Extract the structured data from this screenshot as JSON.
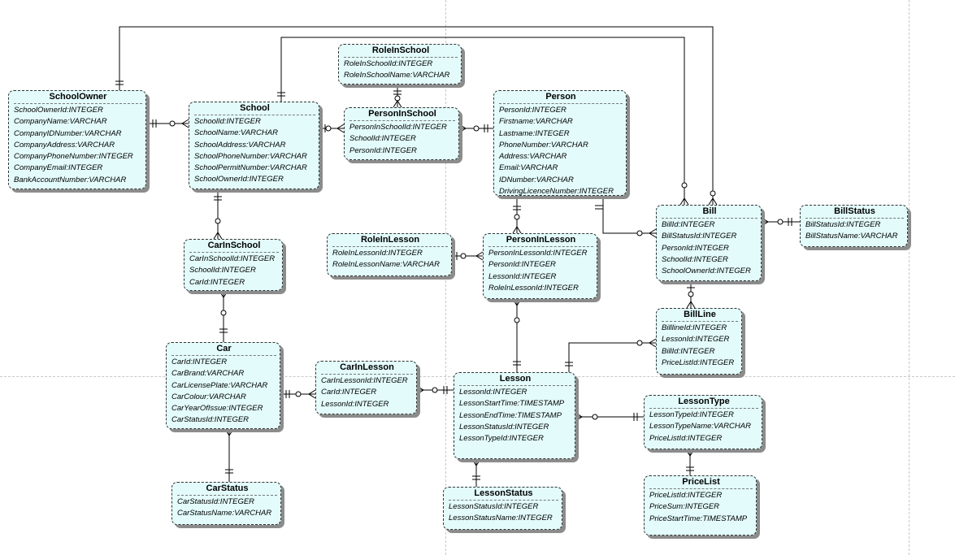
{
  "diagram": {
    "entities": [
      {
        "id": "SchoolOwner",
        "name": "SchoolOwner",
        "attributes": [
          "SchoolOwnerId:INTEGER",
          "CompanyName:VARCHAR",
          "CompanyIDNumber:VARCHAR",
          "CompanyAddress:VARCHAR",
          "CompanyPhoneNumber:INTEGER",
          "CompanyEmail:INTEGER",
          "BankAccountNumber:VARCHAR"
        ]
      },
      {
        "id": "School",
        "name": "School",
        "attributes": [
          "SchoolId:INTEGER",
          "SchoolName:VARCHAR",
          "SchoolAddress:VARCHAR",
          "SchoolPhoneNumber:VARCHAR",
          "SchoolPermitNumber:VARCHAR",
          "SchoolOwnerId:INTEGER"
        ]
      },
      {
        "id": "RoleInSchool",
        "name": "RoleInSchool",
        "attributes": [
          "RoleInSchoolId:INTEGER",
          "RoleInSchoolName:VARCHAR"
        ]
      },
      {
        "id": "PersonInSchool",
        "name": "PersonInSchool",
        "attributes": [
          "PersonInSchoolId:INTEGER",
          "SchoolId:INTEGER",
          "PersonId:INTEGER"
        ]
      },
      {
        "id": "Person",
        "name": "Person",
        "attributes": [
          "PersonId:INTEGER",
          "Firstname:VARCHAR",
          "Lastname:INTEGER",
          "PhoneNumber:VARCHAR",
          "Address:VARCHAR",
          "Email:VARCHAR",
          "IDNumber:VARCHAR",
          "DrivingLicenceNumber:INTEGER"
        ]
      },
      {
        "id": "Bill",
        "name": "Bill",
        "attributes": [
          "BillId:INTEGER",
          "BillStatusId:INTEGER",
          "PersonId:INTEGER",
          "SchoolId:INTEGER",
          "SchoolOwnerId:INTEGER"
        ]
      },
      {
        "id": "BillStatus",
        "name": "BillStatus",
        "attributes": [
          "BillStatusId:INTEGER",
          "BillStatusName:VARCHAR"
        ]
      },
      {
        "id": "CarInSchool",
        "name": "CarInSchool",
        "attributes": [
          "CarInSchoolId:INTEGER",
          "SchoolId:INTEGER",
          "CarId:INTEGER"
        ]
      },
      {
        "id": "RoleInLesson",
        "name": "RoleInLesson",
        "attributes": [
          "RoleInLessonId:INTEGER",
          "RoleInLessonName:VARCHAR"
        ]
      },
      {
        "id": "PersonInLesson",
        "name": "PersonInLesson",
        "attributes": [
          "PersonInLessonId:INTEGER",
          "PersonId:INTEGER",
          "LessonId:INTEGER",
          "RoleInLessonId:INTEGER"
        ]
      },
      {
        "id": "BillLine",
        "name": "BillLine",
        "attributes": [
          "BilllineId:INTEGER",
          "LessonId:INTEGER",
          "BillId:INTEGER",
          "PriceListId:INTEGER"
        ]
      },
      {
        "id": "Car",
        "name": "Car",
        "attributes": [
          "CarId:INTEGER",
          "CarBrand:VARCHAR",
          "CarLicensePlate:VARCHAR",
          "CarColour:VARCHAR",
          "CarYearOfIssue:INTEGER",
          "CarStatusId:INTEGER"
        ]
      },
      {
        "id": "CarInLesson",
        "name": "CarInLesson",
        "attributes": [
          "CarInLessonId:INTEGER",
          "CarId:INTEGER",
          "LessonId:INTEGER"
        ]
      },
      {
        "id": "Lesson",
        "name": "Lesson",
        "attributes": [
          "LessonId:INTEGER",
          "LessonStartTime:TIMESTAMP",
          "LessonEndTime:TIMESTAMP",
          "LessonStatusId:INTEGER",
          "LessonTypeId:INTEGER"
        ]
      },
      {
        "id": "LessonType",
        "name": "LessonType",
        "attributes": [
          "LessonTypeId:INTEGER",
          "LessonTypeName:VARCHAR",
          "PriceListId:INTEGER"
        ]
      },
      {
        "id": "CarStatus",
        "name": "CarStatus",
        "attributes": [
          "CarStatusId:INTEGER",
          "CarStatusName:VARCHAR"
        ]
      },
      {
        "id": "LessonStatus",
        "name": "LessonStatus",
        "attributes": [
          "LessonStatusId:INTEGER",
          "LessonStatusName:INTEGER"
        ]
      },
      {
        "id": "PriceList",
        "name": "PriceList",
        "attributes": [
          "PriceListId:INTEGER",
          "PriceSum:INTEGER",
          "PriceStartTime:TIMESTAMP"
        ]
      }
    ],
    "relationships": [
      {
        "from": "SchoolOwner",
        "to": "School"
      },
      {
        "from": "SchoolOwner",
        "to": "Bill"
      },
      {
        "from": "School",
        "to": "Bill"
      },
      {
        "from": "School",
        "to": "PersonInSchool"
      },
      {
        "from": "RoleInSchool",
        "to": "PersonInSchool"
      },
      {
        "from": "Person",
        "to": "PersonInSchool"
      },
      {
        "from": "Person",
        "to": "Bill"
      },
      {
        "from": "Person",
        "to": "PersonInLesson"
      },
      {
        "from": "BillStatus",
        "to": "Bill"
      },
      {
        "from": "Bill",
        "to": "BillLine"
      },
      {
        "from": "School",
        "to": "CarInSchool"
      },
      {
        "from": "Car",
        "to": "CarInSchool"
      },
      {
        "from": "RoleInLesson",
        "to": "PersonInLesson"
      },
      {
        "from": "Lesson",
        "to": "PersonInLesson"
      },
      {
        "from": "Lesson",
        "to": "BillLine"
      },
      {
        "from": "Car",
        "to": "CarInLesson"
      },
      {
        "from": "Lesson",
        "to": "CarInLesson"
      },
      {
        "from": "CarStatus",
        "to": "Car"
      },
      {
        "from": "LessonStatus",
        "to": "Lesson"
      },
      {
        "from": "LessonType",
        "to": "Lesson"
      },
      {
        "from": "PriceList",
        "to": "LessonType"
      }
    ],
    "colors": {
      "entity_fill": "#e3fbfb",
      "border": "#333333",
      "shadow": "#8c8c8c",
      "line": "#000000",
      "page_break": "#c8c8c8"
    }
  }
}
